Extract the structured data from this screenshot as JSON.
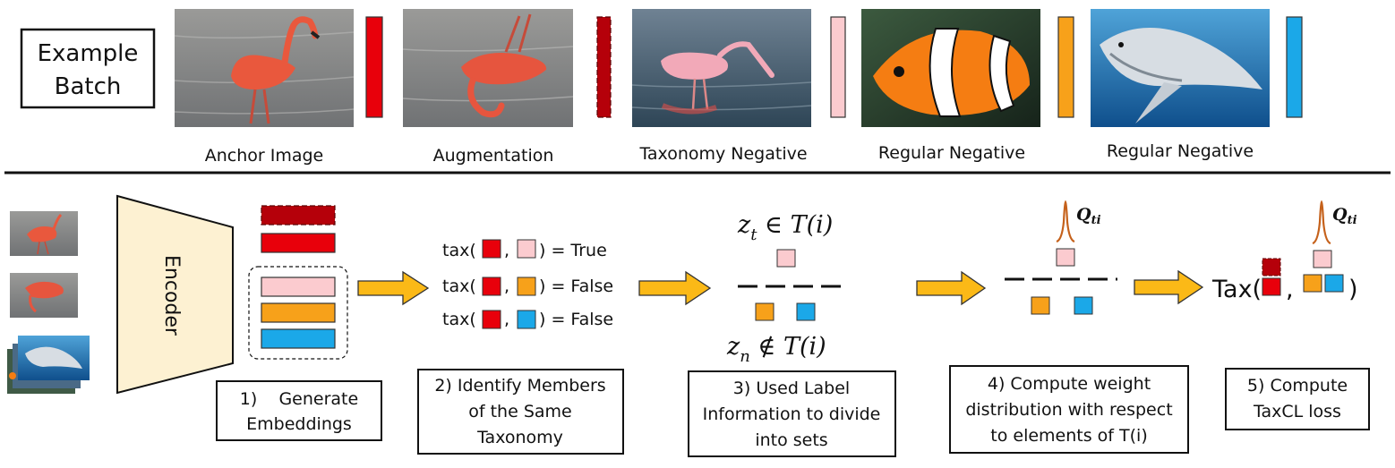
{
  "batch_label": [
    "Example",
    "Batch"
  ],
  "captions": {
    "anchor": "Anchor Image",
    "augmentation": "Augmentation",
    "taxonomy_negative": "Taxonomy Negative",
    "regular_negative_1": "Regular Negative",
    "regular_negative_2": "Regular Negative"
  },
  "encoder_label": "Encoder",
  "steps": {
    "step1": [
      "1)    Generate",
      "Embeddings"
    ],
    "step2": [
      "2) Identify Members",
      "of the Same",
      "Taxonomy"
    ],
    "step3": [
      "3) Used Label",
      "Information to divide",
      "into sets"
    ],
    "step4": [
      "4) Compute weight",
      "distribution with respect",
      "to elements of T(i)"
    ],
    "step5": [
      "5) Compute",
      "TaxCL loss"
    ]
  },
  "tax_rows": [
    {
      "prefix": "tax(",
      "sep": ",",
      "result": ") = True"
    },
    {
      "prefix": "tax(",
      "sep": ",",
      "result": ") = False"
    },
    {
      "prefix": "tax(",
      "sep": ",",
      "result": ") = False"
    }
  ],
  "sets": {
    "positive": {
      "var": "z",
      "sub": "t",
      "rel": " ∈ T(i)"
    },
    "negative": {
      "var": "z",
      "sub": "n",
      "rel": " ∉ T(i)"
    }
  },
  "weight_symbol": {
    "main": "Q",
    "sub": "ti"
  },
  "loss": {
    "prefix": "Tax(",
    "sep": ",",
    "suffix": ")"
  },
  "colors": {
    "anchor_red": "#e8000b",
    "dark_red": "#b5000a",
    "pink": "#fbcbcf",
    "orange": "#f7a11a",
    "blue": "#1ba8e8",
    "arrow_yellow": "#fbb917",
    "encoder_fill": "#fdf1d2",
    "peak_orange": "#c5611b"
  }
}
